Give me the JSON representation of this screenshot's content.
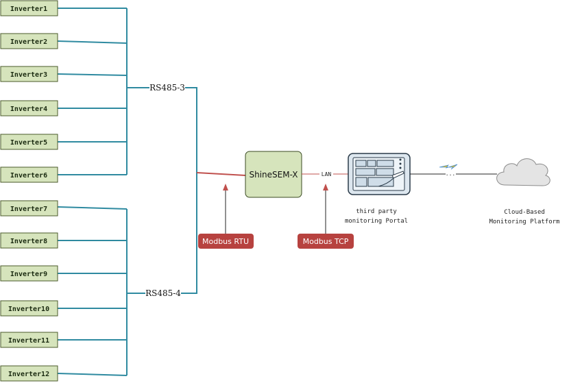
{
  "inverters_group_a": [
    "Inverter1",
    "Inverter2",
    "Inverter3",
    "Inverter4",
    "Inverter5",
    "Inverter6"
  ],
  "inverters_group_b": [
    "Inverter7",
    "Inverter8",
    "Inverter9",
    "Inverter10",
    "Inverter11",
    "Inverter12"
  ],
  "bus_a_label": "RS485-3",
  "bus_b_label": "RS485-4",
  "hub_label": "ShineSEM-X",
  "lan_label": "LAN",
  "protocol_rtu": "Modbus RTU",
  "protocol_tcp": "Modbus TCP",
  "portal_caption": [
    "third party",
    "monitoring Portal"
  ],
  "wireless_dots": "...",
  "cloud_caption": [
    "Cloud-Based",
    "Monitoring Platform"
  ],
  "colors": {
    "inverter_fill": "#d6e4bc",
    "inverter_stroke": "#4a5a2a",
    "bus_line": "#2e8aa0",
    "hub_fill": "#d6e4bc",
    "rtu_line": "#c0504d",
    "tag_fill": "#b7423f",
    "cloud_fill": "#e4e4e4"
  },
  "icons": {
    "portal": "tablet-dashboard-icon",
    "wireless": "lightning-bolt-icon",
    "cloud": "cloud-icon"
  }
}
